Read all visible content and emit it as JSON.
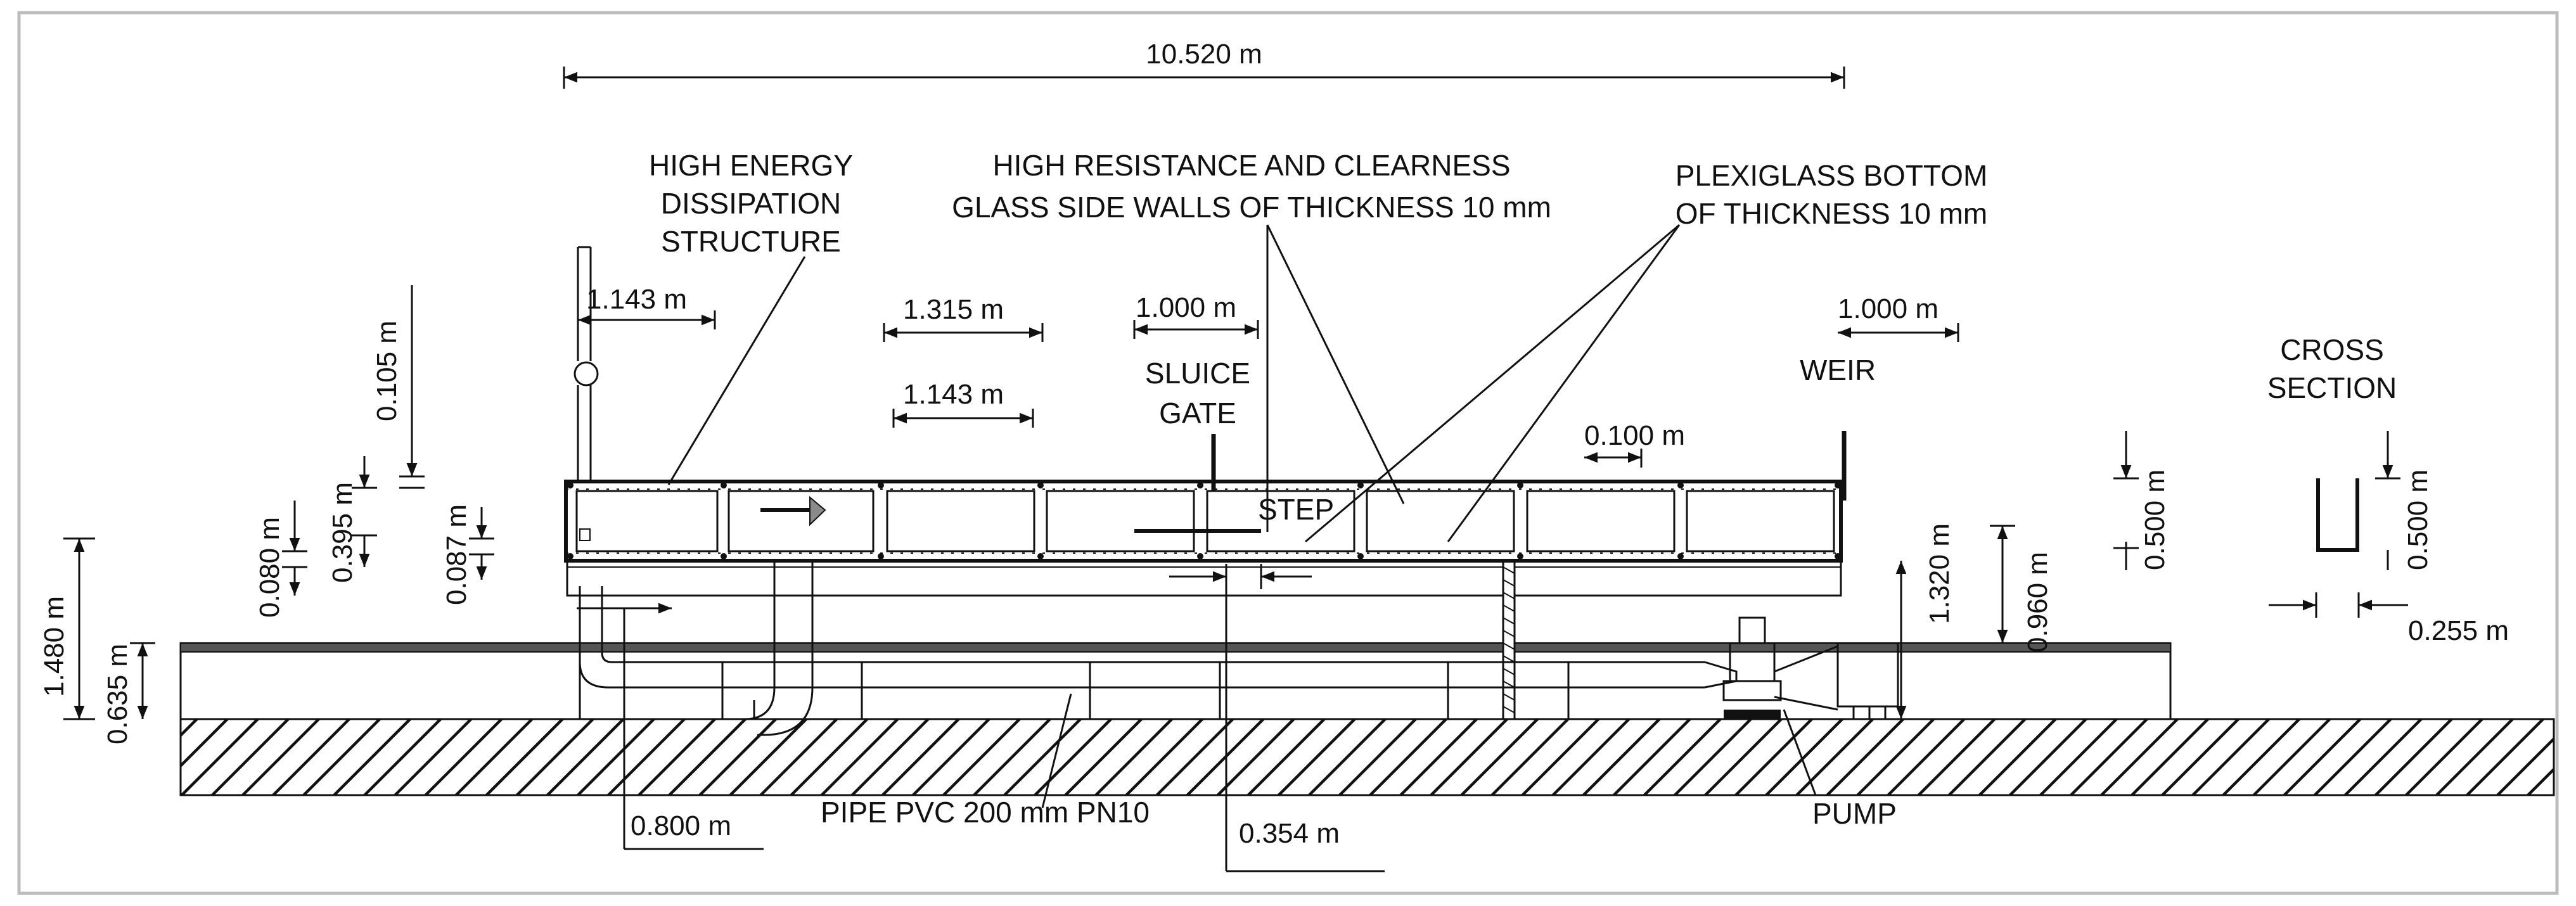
{
  "labels": {
    "total_length": "10.520 m",
    "energy_1": "HIGH ENERGY",
    "energy_2": "DISSIPATION",
    "energy_3": "STRUCTURE",
    "glass_1": "HIGH RESISTANCE AND CLEARNESS",
    "glass_2": "GLASS SIDE WALLS OF THICKNESS 10 mm",
    "plexi_1": "PLEXIGLASS BOTTOM",
    "plexi_2": "OF THICKNESS 10 mm",
    "sluice_1": "SLUICE",
    "sluice_2": "GATE",
    "weir": "WEIR",
    "step": "STEP",
    "cross_1": "CROSS",
    "cross_2": "SECTION",
    "pipe": "PIPE PVC 200 mm PN10",
    "pump": "PUMP"
  },
  "dimensions": {
    "d_1143_top": "1.143 m",
    "d_1315": "1.315 m",
    "d_1143_mid": "1.143 m",
    "d_1000_a": "1.000 m",
    "d_1000_b": "1.000 m",
    "d_0100": "0.100 m",
    "d_0105": "0.105 m",
    "d_0395": "0.395 m",
    "d_0080": "0.080 m",
    "d_0087": "0.087 m",
    "d_1480": "1.480 m",
    "d_0635": "0.635 m",
    "d_1320": "1.320 m",
    "d_0960": "0.960 m",
    "d_0500_a": "0.500 m",
    "d_0500_b": "0.500 m",
    "d_0255": "0.255 m",
    "d_0800": "0.800 m",
    "d_0354": "0.354 m"
  }
}
